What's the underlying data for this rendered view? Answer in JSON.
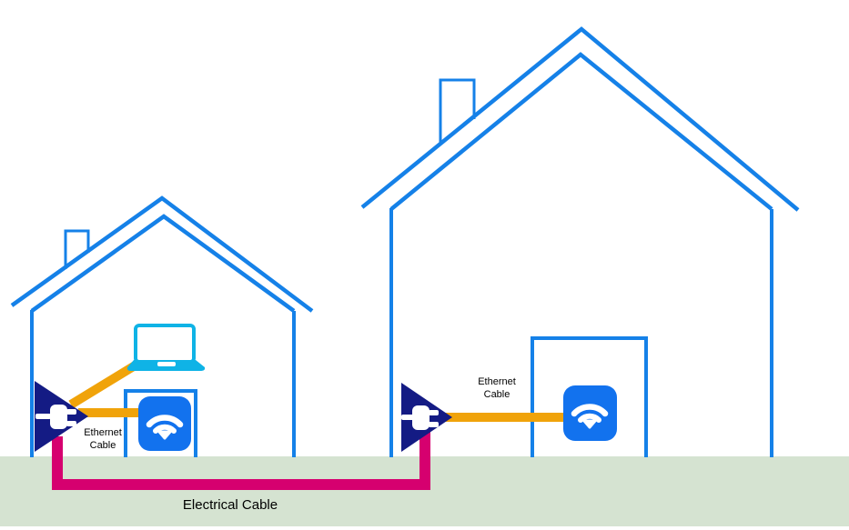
{
  "labels": {
    "ethernet_cable_left": {
      "line1": "Ethernet",
      "line2": "Cable"
    },
    "ethernet_cable_right": {
      "line1": "Ethernet",
      "line2": "Cable"
    },
    "electrical_cable": "Electrical Cable"
  },
  "icons": {
    "powerline_adapter_left": "plug-icon",
    "powerline_adapter_right": "plug-icon",
    "wifi_router_left": "wifi-icon",
    "wifi_router_right": "wifi-icon",
    "laptop": "laptop-icon"
  },
  "colors": {
    "house_outline": "#1581E8",
    "wifi_router_box": "#1272EE",
    "laptop_cyan": "#0FB3E6",
    "plug_triangle_navy": "#141B84",
    "ethernet_cable_orange": "#F0A30A",
    "electrical_cable_pink": "#D6006F",
    "ground_green": "#D5E3D1",
    "label_text": "#000000"
  }
}
